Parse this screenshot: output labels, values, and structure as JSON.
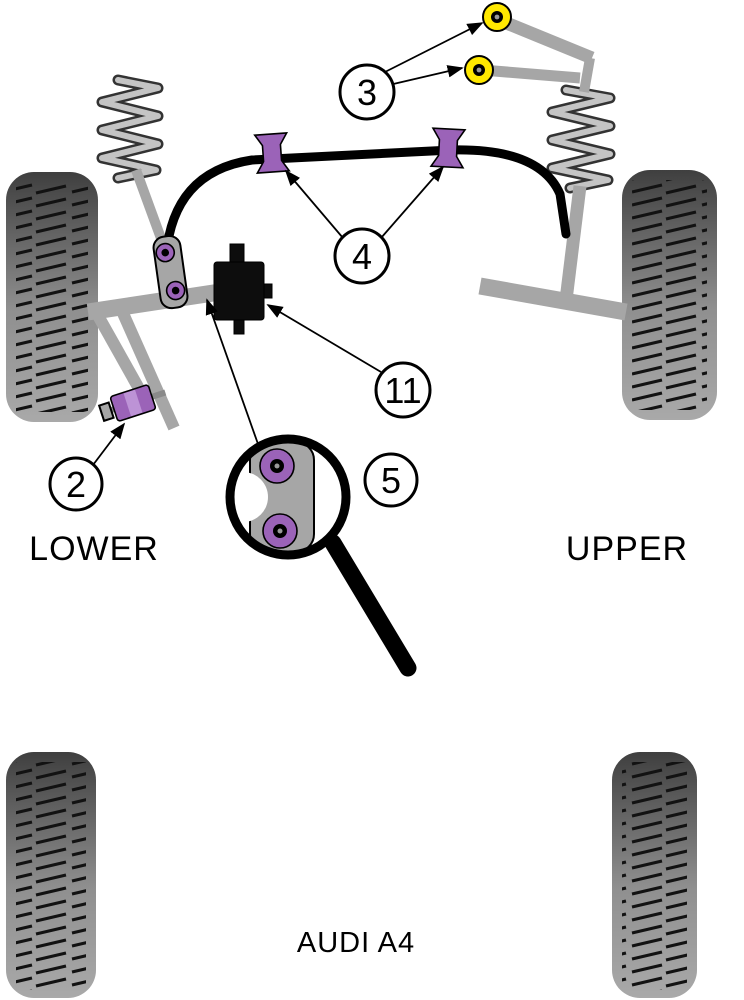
{
  "title": "Audi A4 suspension bushing location diagram",
  "labels": {
    "lower": "LOWER",
    "upper": "UPPER",
    "model": "AUDI A4"
  },
  "callouts": {
    "c2": "2",
    "c3": "3",
    "c4": "4",
    "c5": "5",
    "c11": "11"
  },
  "colors": {
    "background": "#ffffff",
    "bushing_purple": "#9b63b8",
    "bushing_purple_light": "#bd93d6",
    "bushing_yellow": "#ffe800",
    "metal_grey": "#a6a6a6",
    "line_black": "#000000"
  }
}
